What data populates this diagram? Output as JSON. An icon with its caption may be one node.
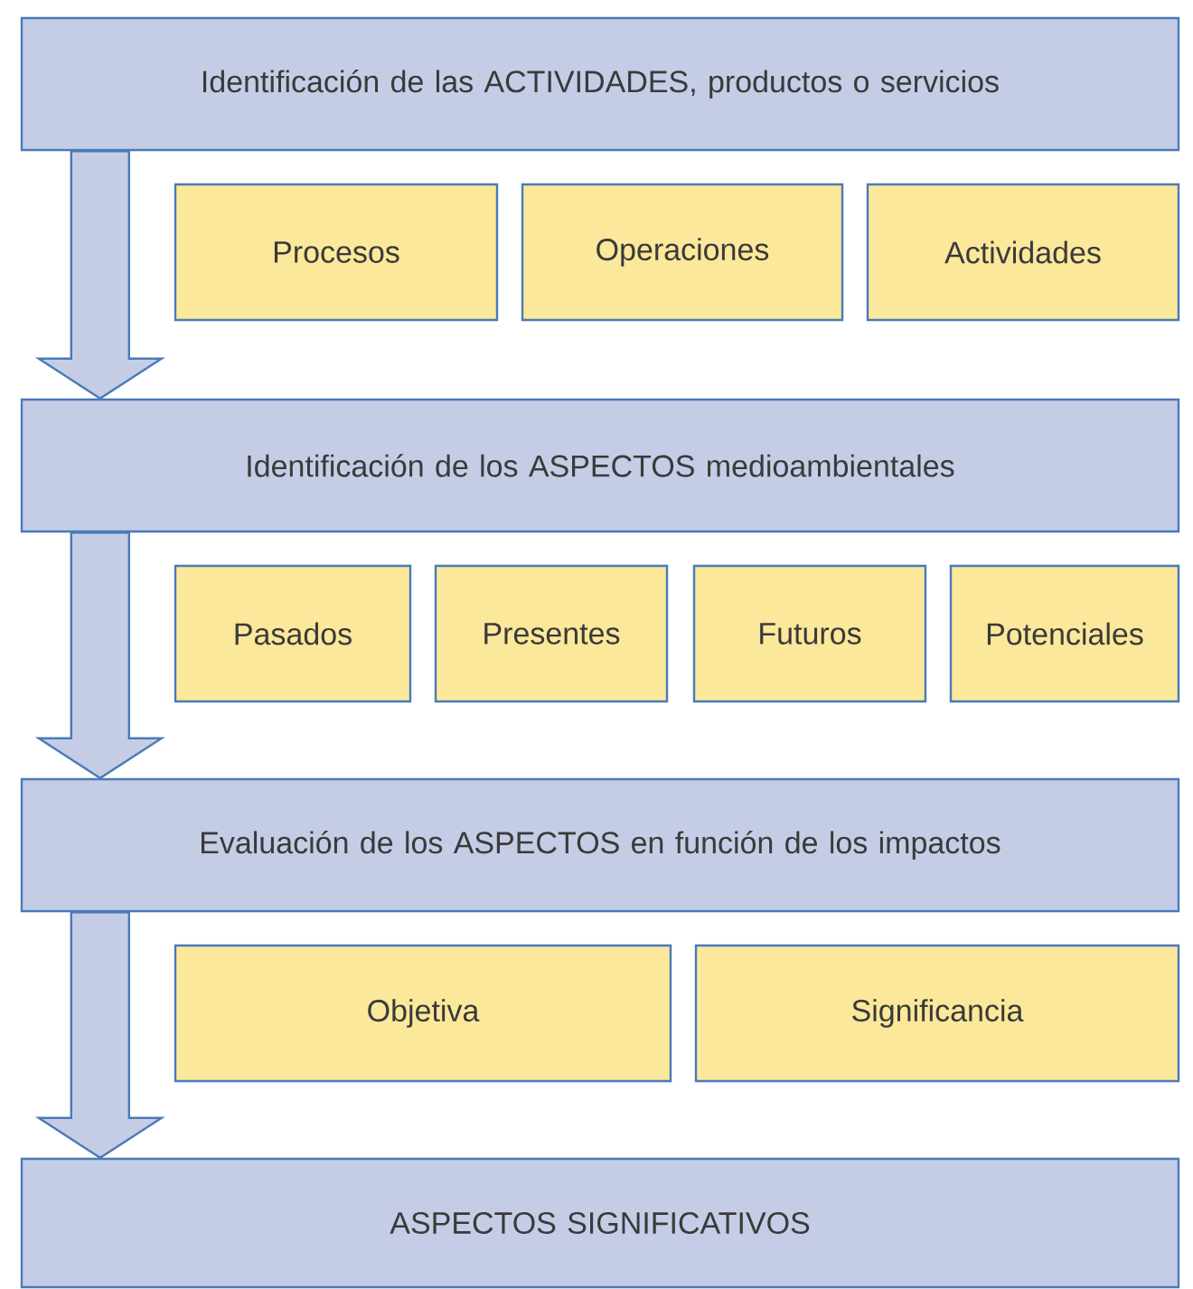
{
  "diagram": {
    "nodes": [
      {
        "text": [
          "Identificación de las ACTIVIDADES, productos o servicios"
        ]
      },
      {
        "text": [
          "Procesos"
        ]
      },
      {
        "text": [
          "Operaciones"
        ]
      },
      {
        "text": [
          "Actividades"
        ]
      },
      {
        "text": [
          "Identificación de los ASPECTOS medioambientales"
        ]
      },
      {
        "text": [
          "Pasados"
        ]
      },
      {
        "text": [
          "Presentes"
        ]
      },
      {
        "text": [
          "Futuros"
        ]
      },
      {
        "text": [
          "Potenciales"
        ]
      },
      {
        "text": [
          "Evaluación de los ASPECTOS en función de los impactos"
        ]
      },
      {
        "text": [
          "Objetiva"
        ]
      },
      {
        "text": [
          "Significancia"
        ]
      },
      {
        "text": [
          "ASPECTOS SIGNIFICATIVOS"
        ]
      }
    ],
    "edges": [
      {
        "from": 0,
        "to": 4,
        "arrow": "to"
      },
      {
        "from": 4,
        "to": 9,
        "arrow": "to"
      },
      {
        "from": 9,
        "to": 12,
        "arrow": "to"
      }
    ]
  }
}
